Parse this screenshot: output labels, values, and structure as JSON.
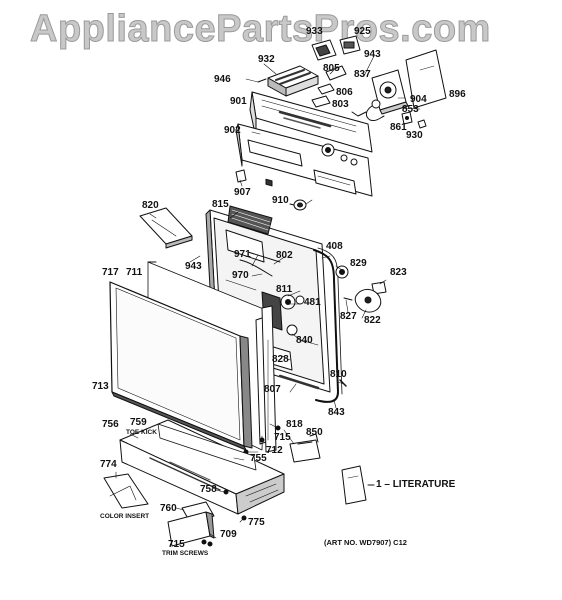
{
  "watermark": "AppliancePartsPros.com",
  "parts": {
    "p896": "896",
    "p925": "925",
    "p933": "933",
    "p943a": "943",
    "p946": "946",
    "p932": "932",
    "p805": "805",
    "p837": "837",
    "p806": "806",
    "p904": "904",
    "p853": "853",
    "p901": "901",
    "p803": "803",
    "p861": "861",
    "p930": "930",
    "p902": "902",
    "p907": "907",
    "p910": "910",
    "p820": "820",
    "p815": "815",
    "p408": "408",
    "p943b": "943",
    "p971": "971",
    "p802": "802",
    "p829": "829",
    "p823": "823",
    "p970": "970",
    "p717": "717",
    "p711": "711",
    "p811": "811",
    "p481": "481",
    "p827": "827",
    "p822": "822",
    "p840": "840",
    "p828": "828",
    "p810": "810",
    "p713": "713",
    "p807": "807",
    "p843": "843",
    "p818": "818",
    "p759": "759",
    "p715a": "715",
    "p850": "850",
    "p756": "756",
    "p712": "712",
    "p755": "755",
    "p774": "774",
    "p758": "758",
    "p760": "760",
    "p775": "775",
    "p709": "709",
    "p715b": "715"
  },
  "labels": {
    "toe_kick": "TOE KICK",
    "color_insert": "COLOR INSERT",
    "trim_screws": "TRIM SCREWS",
    "literature_number": "1",
    "literature": "LITERATURE",
    "art_number": "(ART NO. WD7907) C12"
  }
}
